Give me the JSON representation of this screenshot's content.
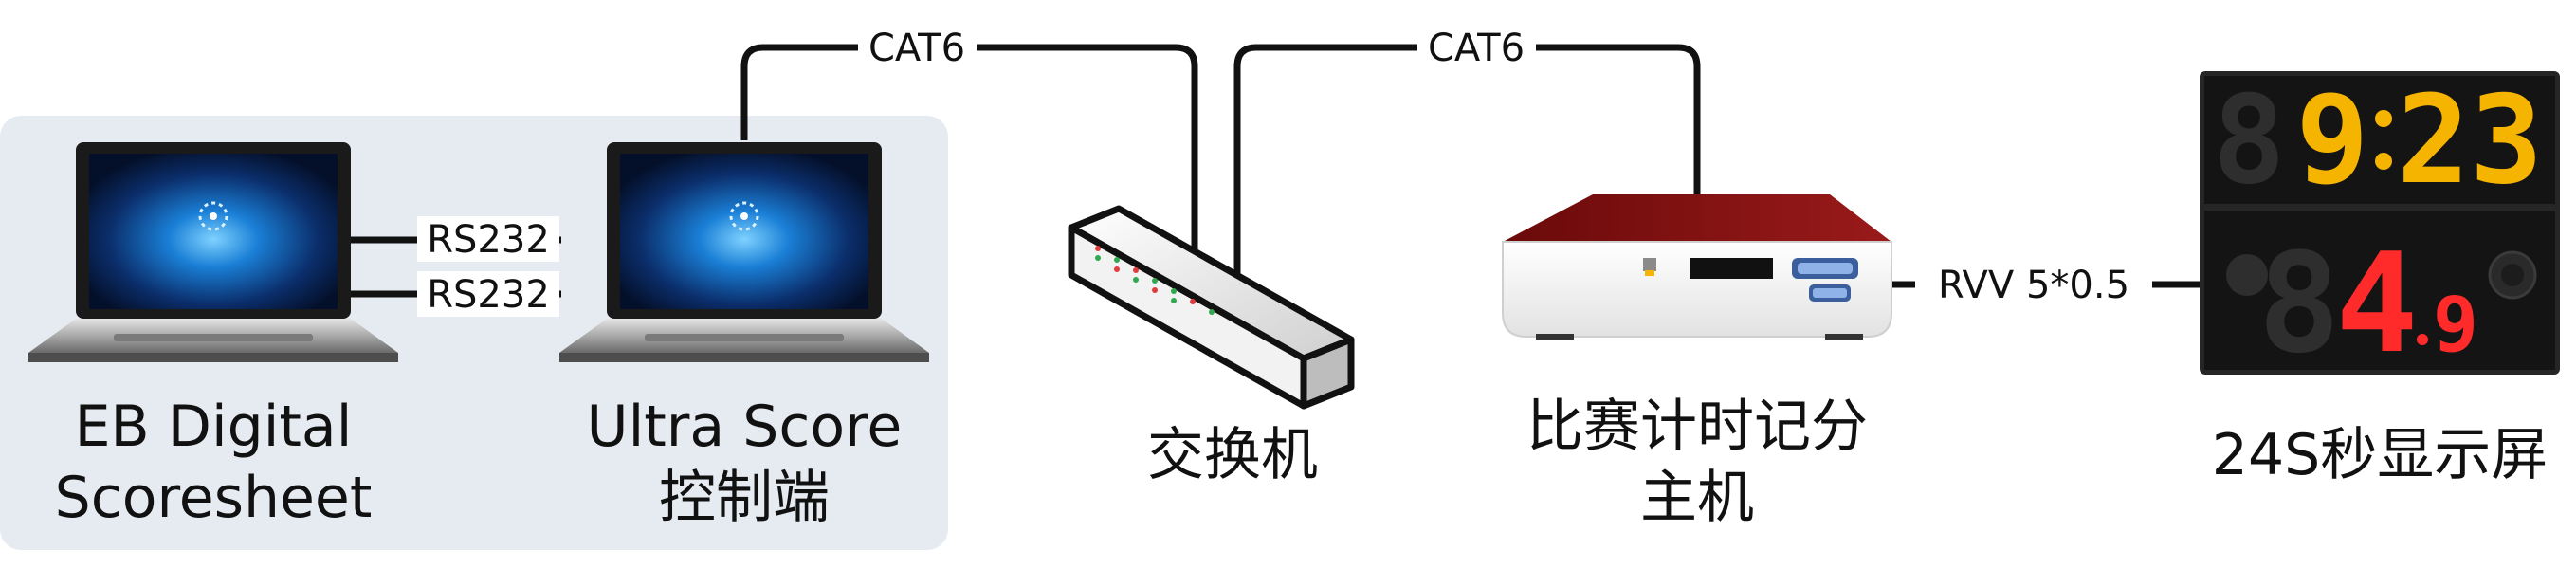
{
  "devices": {
    "laptop_left": {
      "label_line1": "EB Digital",
      "label_line2": "Scoresheet"
    },
    "laptop_right": {
      "label_line1": "Ultra Score",
      "label_line2": "控制端"
    },
    "switch": {
      "label": "交换机"
    },
    "host": {
      "label_line1": "比赛计时记分",
      "label_line2": "主机"
    },
    "display": {
      "label": "24S秒显示屏",
      "time_minutes": "9",
      "time_seconds": "23",
      "shot_clock_main": "4",
      "shot_clock_tenths": "9"
    }
  },
  "cables": {
    "rs232_top": "RS232",
    "rs232_bottom": "RS232",
    "cat6_left": "CAT6",
    "cat6_right": "CAT6",
    "rvv": "RVV 5*0.5"
  },
  "colors": {
    "group_bg": "#e6ebf2",
    "time_digits": "#f5b400",
    "shot_digits": "#ff2a2a",
    "host_top": "#7a0e0e"
  }
}
